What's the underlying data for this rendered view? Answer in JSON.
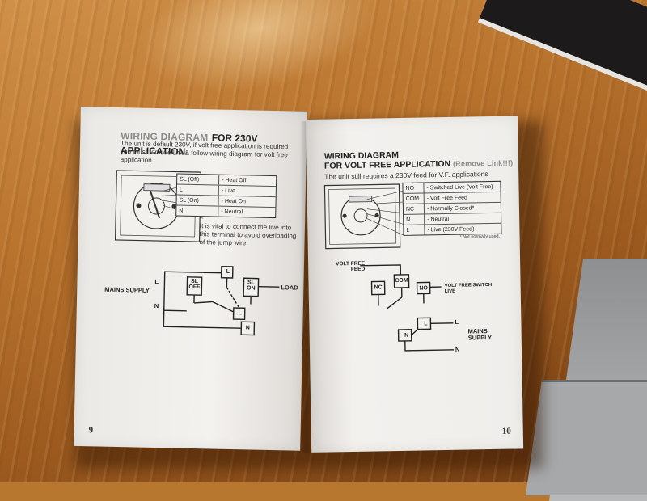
{
  "left_page": {
    "title_grey": "WIRING DIAGRAM",
    "title_black": "FOR 230V APPLICATION",
    "intro": "The unit is default 230V, if volt free application is required you must remove link & follow wiring diagram for volt free application.",
    "terminals": [
      {
        "code": "SL (Off)",
        "desc": "- Heat Off"
      },
      {
        "code": "L",
        "desc": "- Live"
      },
      {
        "code": "SL (On)",
        "desc": "- Heat On"
      },
      {
        "code": "N",
        "desc": "- Neutral"
      }
    ],
    "warning": "It is vital to connect the live into this terminal to avoid overloading of the jump wire.",
    "schematic": {
      "mains_supply": "MAINS SUPPLY",
      "l": "L",
      "n": "N",
      "sl_off": "SL OFF",
      "sl_on": "SL ON",
      "load": "LOAD"
    },
    "page_number": "9"
  },
  "right_page": {
    "title_line1": "WIRING DIAGRAM",
    "title_line2": "FOR VOLT FREE APPLICATION",
    "title_note": "(Remove Link!!!)",
    "intro": "The unit still requires a 230V feed for V.F. applications",
    "terminals": [
      {
        "code": "NO",
        "desc": "- Switched Live (Volt Free)"
      },
      {
        "code": "COM",
        "desc": "- Volt Free Feed"
      },
      {
        "code": "NC",
        "desc": "- Normally Closed*"
      },
      {
        "code": "N",
        "desc": "- Neutral"
      },
      {
        "code": "L",
        "desc": "- Live (230V Feed)"
      }
    ],
    "footnote": "* Not normally used.",
    "schematic": {
      "volt_free_feed": "VOLT FREE FEED",
      "com": "COM",
      "nc": "NC",
      "no": "NO",
      "volt_free_switch_live": "VOLT FREE SWITCH LIVE",
      "l": "L",
      "n": "N",
      "mains_supply": "MAINS SUPPLY"
    },
    "page_number": "10"
  }
}
